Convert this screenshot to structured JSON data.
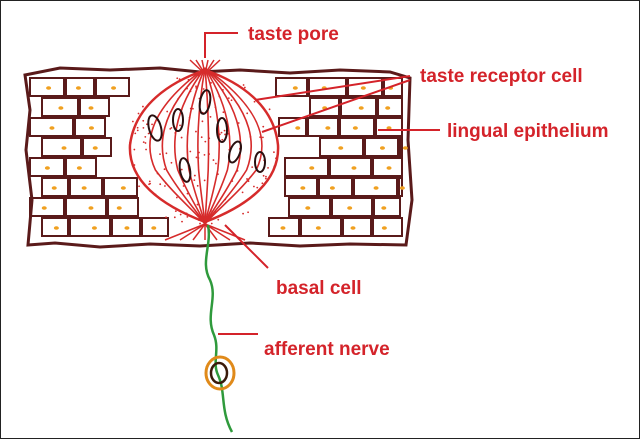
{
  "diagram": {
    "labels": {
      "taste_pore": "taste pore",
      "taste_receptor_cell": "taste receptor cell",
      "lingual_epithelium": "lingual epithelium",
      "basal_cell": "basal cell",
      "afferent_nerve": "afferent nerve"
    },
    "colors": {
      "label_text": "#d4232a",
      "taste_bud_lines": "#d62b2b",
      "epithelium_cells": "#5a1a1a",
      "cell_granules": "#f0a020",
      "nerve": "#2f9a3c",
      "nerve_ending": "#e08a1a"
    }
  }
}
